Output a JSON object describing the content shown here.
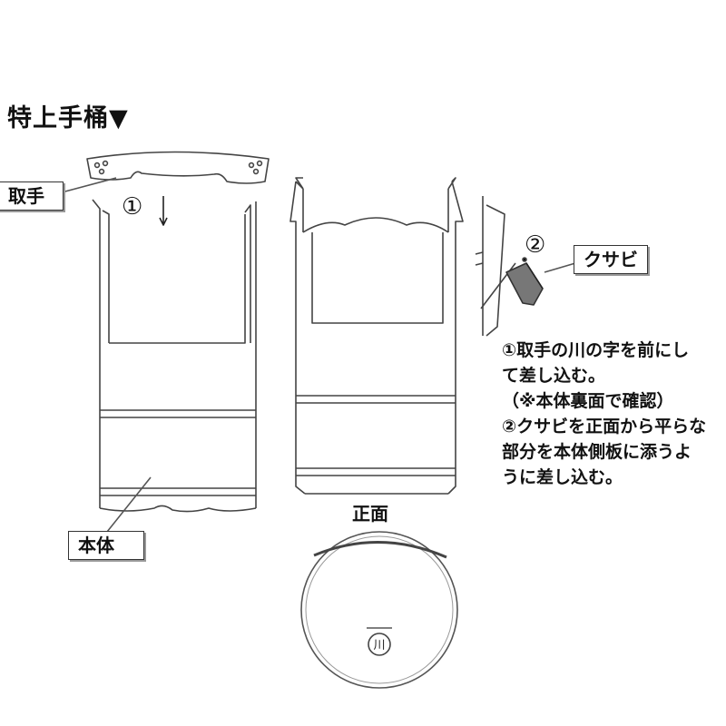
{
  "title": "特上手桶▼",
  "labels": {
    "handle": "取手",
    "body": "本体",
    "wedge": "クサビ",
    "front": "正面"
  },
  "markers": {
    "step1": "①",
    "step2": "②",
    "kawa": "川"
  },
  "instructions": [
    "①取手の川の字を前にし",
    "て差し込む。",
    "（※本体裏面で確認）",
    "②クサビを正面から平らな",
    "部分を本体側板に添うよ",
    "うに差し込む。"
  ]
}
